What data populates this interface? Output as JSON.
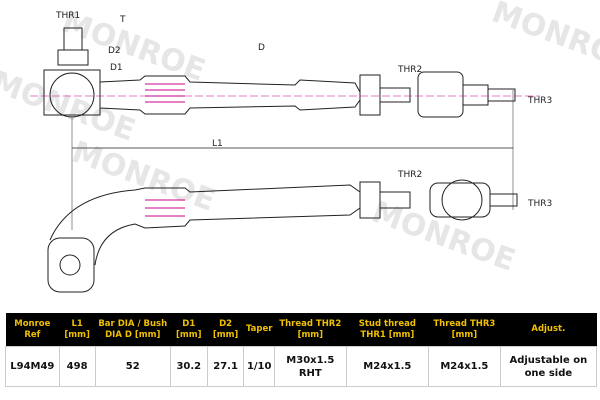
{
  "watermark": "MONROE",
  "labels": {
    "thr1": "THR1",
    "t": "T",
    "d2": "D2",
    "d1": "D1",
    "d": "D",
    "thr2_top": "THR2",
    "thr3_top": "THR3",
    "l1": "L1",
    "thr2_bottom": "THR2",
    "thr3_bottom": "THR3"
  },
  "table": {
    "headers": [
      "Monroe Ref",
      "L1 [mm]",
      "Bar DIA / Bush DIA D [mm]",
      "D1 [mm]",
      "D2 [mm]",
      "Taper",
      "Thread THR2 [mm]",
      "Stud thread THR1 [mm]",
      "Thread THR3 [mm]",
      "Adjust."
    ],
    "row": [
      "L94M49",
      "498",
      "52",
      "30.2",
      "27.1",
      "1/10",
      "M30x1.5 RHT",
      "M24x1.5",
      "M24x1.5",
      "Adjustable on one side"
    ]
  }
}
